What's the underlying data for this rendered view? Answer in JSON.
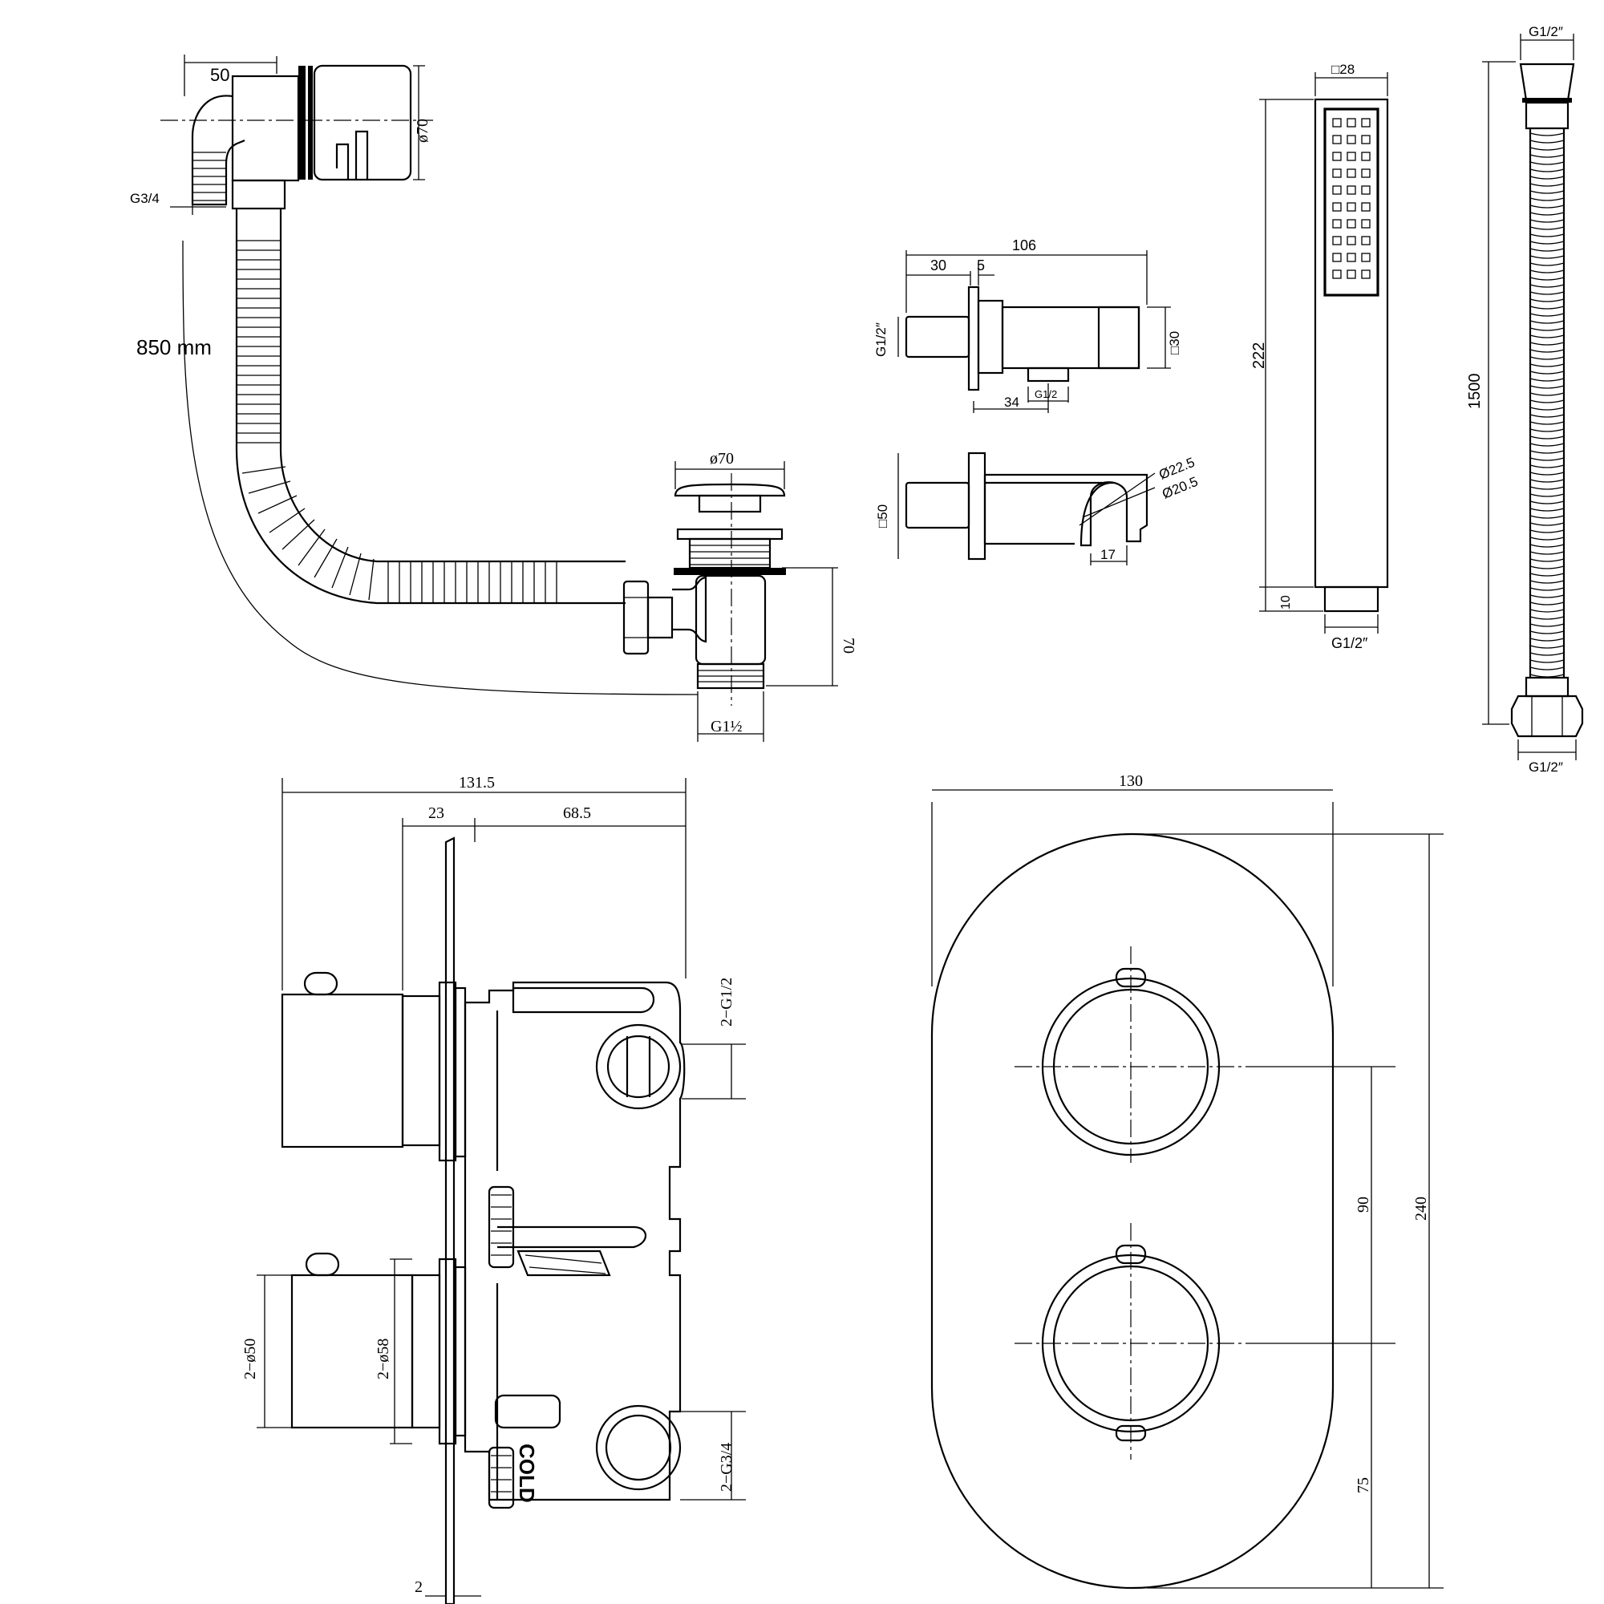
{
  "waste": {
    "width_50": "50",
    "diameter_top": "ø70",
    "thread_overflow": "G3/4",
    "hose_length": "850 mm",
    "plug_diameter": "ø70",
    "height_70": "70",
    "thread_waste": "G1½"
  },
  "outlet_elbow": {
    "length_106": "106",
    "dim_30": "30",
    "dim_5": "5",
    "thread_in": "G1/2″",
    "square_30": "□30",
    "dim_34": "34",
    "thread_out": "G1/2"
  },
  "holder": {
    "square_50": "□50",
    "dia_22_5": "Ø22.5",
    "dia_20_5": "Ø20.5",
    "dim_17": "17"
  },
  "handset": {
    "square_28": "□28",
    "length_222": "222",
    "dim_10": "10",
    "thread": "G1/2″"
  },
  "hose": {
    "thread_top": "G1/2″",
    "length_1500": "1500",
    "thread_bottom": "G1/2″"
  },
  "valve_side": {
    "depth_131_5": "131.5",
    "dim_23": "23",
    "dim_68_5": "68.5",
    "outlets": "2−G1/2",
    "knob_dia": "2−ø50",
    "collar_dia": "2−ø58",
    "inlets": "2−G3/4",
    "plate_thickness": "2",
    "cold_label": "COLD"
  },
  "valve_front": {
    "width_130": "130",
    "height_240": "240",
    "centres_90": "90",
    "dim_75": "75"
  }
}
